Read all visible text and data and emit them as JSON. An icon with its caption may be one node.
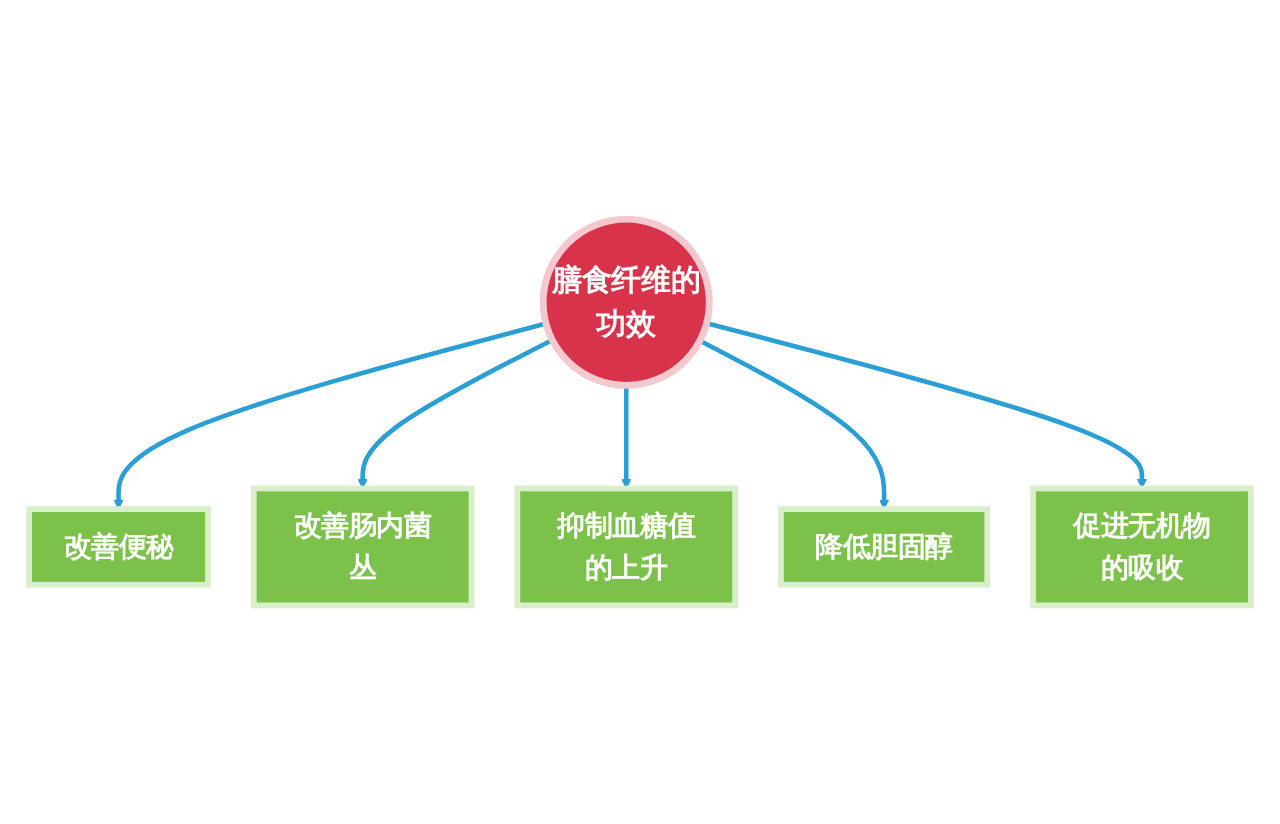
{
  "diagram": {
    "nodes": [
      {
        "text": [
          "膳食纤维的功效"
        ]
      },
      {
        "text": [
          "改善便秘"
        ]
      },
      {
        "text": [
          "改善肠内菌丛"
        ]
      },
      {
        "text": [
          "抑制血糖值的上升"
        ]
      },
      {
        "text": [
          "降低胆固醇"
        ]
      },
      {
        "text": [
          "促进无机物的吸收"
        ]
      }
    ],
    "edges": [
      {
        "from": 0,
        "to": 1,
        "arrow": "to"
      },
      {
        "from": 0,
        "to": 2,
        "arrow": "to"
      },
      {
        "from": 0,
        "to": 3,
        "arrow": "to"
      },
      {
        "from": 0,
        "to": 4,
        "arrow": "to"
      },
      {
        "from": 0,
        "to": 5,
        "arrow": "to"
      }
    ]
  }
}
